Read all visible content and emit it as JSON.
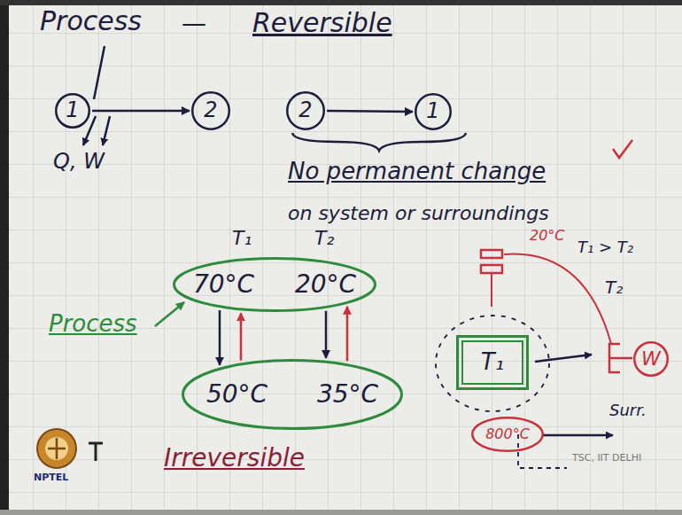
{
  "diagram": {
    "nodes": [
      {
        "text": [
          "1"
        ]
      },
      {
        "text": [
          "2"
        ]
      },
      {
        "text": [
          "2"
        ]
      },
      {
        "text": [
          "1"
        ]
      },
      {
        "text": [
          "70°C",
          "20°C"
        ]
      },
      {
        "text": [
          "50°C",
          "35°C"
        ]
      },
      {
        "text": [
          "T₁"
        ]
      },
      {
        "text": [
          "W"
        ]
      },
      {
        "text": [
          "800°C"
        ]
      }
    ],
    "edges": [
      {
        "from": 0,
        "to": 1,
        "arrow": "to"
      },
      {
        "from": 2,
        "to": 3,
        "arrow": "to"
      },
      {
        "from": 4,
        "to": 5,
        "arrow": "to"
      },
      {
        "from": 5,
        "to": 4,
        "arrow": "to"
      },
      {
        "from": 4,
        "to": 5,
        "arrow": "to"
      },
      {
        "from": 5,
        "to": 4,
        "arrow": "to"
      }
    ],
    "labels": [
      "Process",
      "—",
      "Reversible",
      "Q, W",
      "No permanent change",
      "on system or surroundings",
      "T₁",
      "T₂",
      "Process",
      "20°C",
      "T₁ > T₂",
      "T₂",
      "Surr.",
      "Irreversible",
      "NPTEL",
      "TSC, IIT DELHI"
    ]
  }
}
